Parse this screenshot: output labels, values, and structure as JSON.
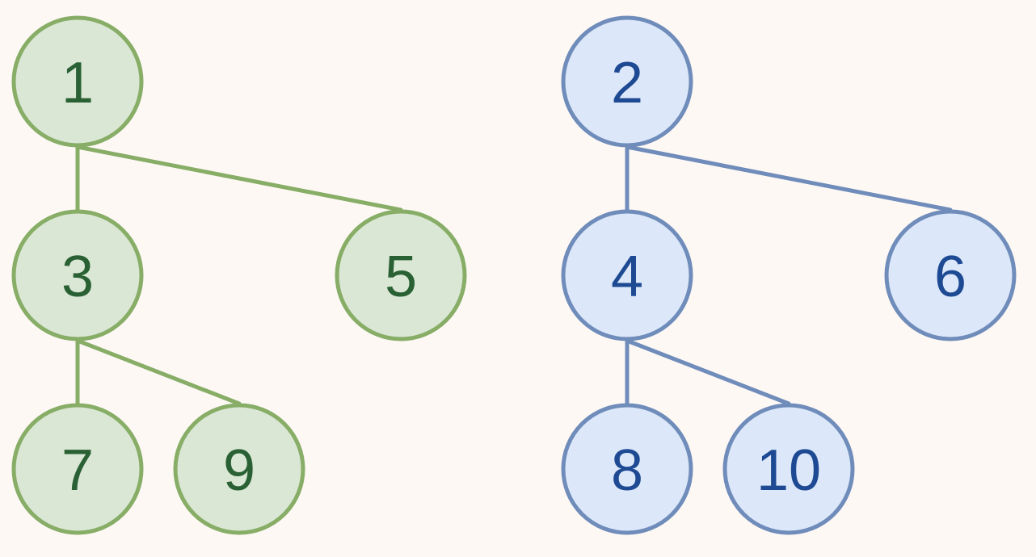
{
  "background": "#fdf8f4",
  "trees": [
    {
      "id": "green",
      "colors": {
        "fill": "#dae7d5",
        "stroke": "#87ad66",
        "text": "#2a6134"
      },
      "nodes": [
        {
          "id": "n1",
          "label": "1"
        },
        {
          "id": "n3",
          "label": "3"
        },
        {
          "id": "n5",
          "label": "5"
        },
        {
          "id": "n7",
          "label": "7"
        },
        {
          "id": "n9",
          "label": "9"
        }
      ],
      "edges": [
        {
          "from": "n1",
          "to": "n3"
        },
        {
          "from": "n1",
          "to": "n5"
        },
        {
          "from": "n3",
          "to": "n7"
        },
        {
          "from": "n3",
          "to": "n9"
        }
      ]
    },
    {
      "id": "blue",
      "colors": {
        "fill": "#dce8fa",
        "stroke": "#6f8cba",
        "text": "#1e4a93"
      },
      "nodes": [
        {
          "id": "n2",
          "label": "2"
        },
        {
          "id": "n4",
          "label": "4"
        },
        {
          "id": "n6",
          "label": "6"
        },
        {
          "id": "n8",
          "label": "8"
        },
        {
          "id": "n10",
          "label": "10"
        }
      ],
      "edges": [
        {
          "from": "n2",
          "to": "n4"
        },
        {
          "from": "n2",
          "to": "n6"
        },
        {
          "from": "n4",
          "to": "n8"
        },
        {
          "from": "n4",
          "to": "n10"
        }
      ]
    }
  ]
}
